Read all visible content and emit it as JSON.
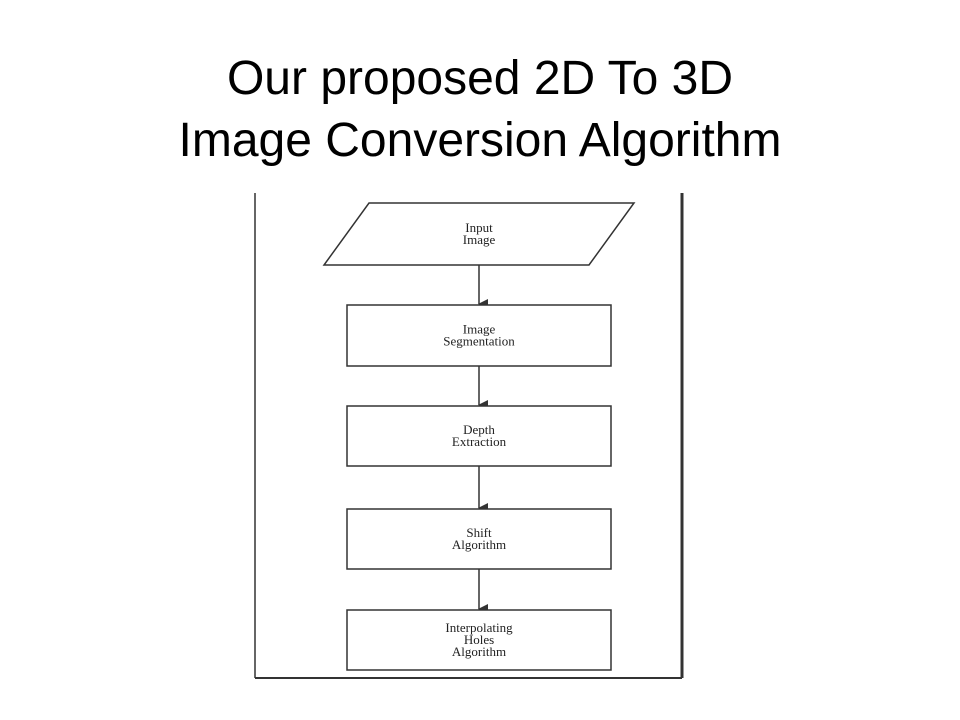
{
  "slide": {
    "title_line1": "Our proposed 2D To 3D",
    "title_line2": "Image Conversion Algorithm"
  },
  "flowchart": {
    "nodes": [
      {
        "id": "input",
        "shape": "parallelogram",
        "lines": [
          "Input",
          "Image"
        ]
      },
      {
        "id": "segmentation",
        "shape": "rectangle",
        "lines": [
          "Image",
          "Segmentation"
        ]
      },
      {
        "id": "depth",
        "shape": "rectangle",
        "lines": [
          "Depth",
          "Extraction"
        ]
      },
      {
        "id": "shift",
        "shape": "rectangle",
        "lines": [
          "Shift",
          "Algorithm"
        ]
      },
      {
        "id": "interpolating",
        "shape": "rectangle",
        "lines": [
          "Interpolating",
          "Holes",
          "Algorithm"
        ]
      }
    ],
    "edges": [
      [
        "input",
        "segmentation"
      ],
      [
        "segmentation",
        "depth"
      ],
      [
        "depth",
        "shift"
      ],
      [
        "shift",
        "interpolating"
      ]
    ],
    "colors": {
      "stroke": "#333333",
      "box_fill": "#ffffff",
      "text": "#222222"
    }
  }
}
